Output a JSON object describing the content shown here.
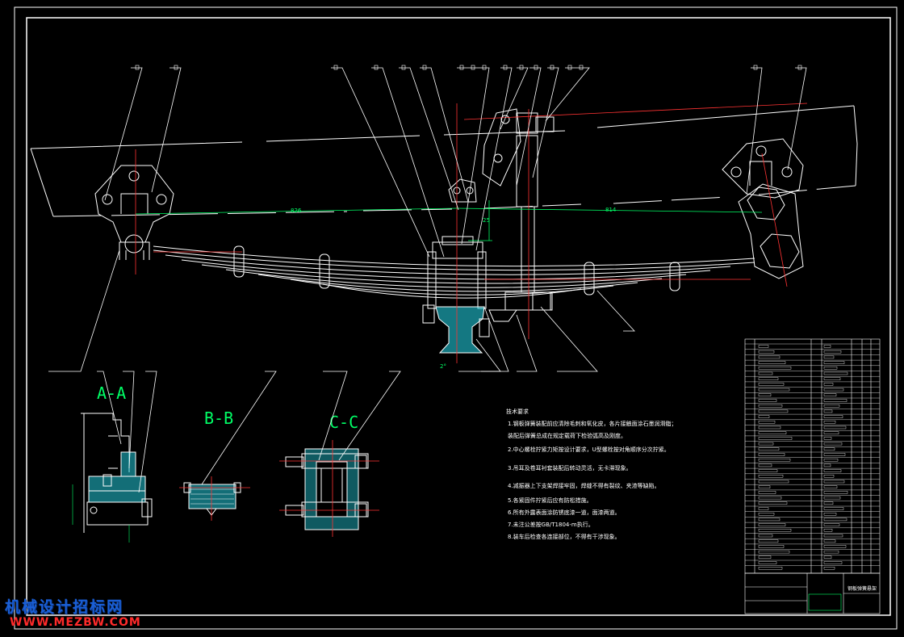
{
  "sections": {
    "aa": "A-A",
    "bb": "B-B",
    "cc": "C-C"
  },
  "dimensions": {
    "main_left": "826",
    "main_right": "814",
    "vertical": "25",
    "angle": "2°"
  },
  "notes": {
    "title": "技术要求",
    "lines": [
      "1.钢板弹簧装配前应清除毛刺和氧化皮，各片接触面涂石墨润滑脂；",
      "装配后弹簧总成在规定载荷下检验弧高及刚度。",
      "2.中心螺栓拧紧力矩按设计要求，U型螺栓按对角顺序分次拧紧。",
      "3.吊耳及卷耳衬套装配后转动灵活，无卡滞现象。",
      "4.减振器上下支架焊接牢固，焊缝不得有裂纹、夹渣等缺陷。",
      "5.各紧固件拧紧后应有防松措施。",
      "6.所有外露表面涂防锈底漆一道，面漆两道。",
      "7.未注公差按GB/T1804-m执行。",
      "8.装车后检查各连接部位，不得有干涉现象。"
    ]
  },
  "title_block": {
    "drawing_title": "钢板弹簧悬架"
  },
  "watermark": {
    "line1": "机械设计招标网",
    "line2": "WWW.MEZBW.COM"
  },
  "colors": {
    "frame": "#ffffff",
    "dimension": "#00ff66",
    "centerline": "#ff3333",
    "section_fill": "#22c8d8",
    "watermark_blue": "#1a5fd6",
    "watermark_red": "#ff2a2a"
  }
}
